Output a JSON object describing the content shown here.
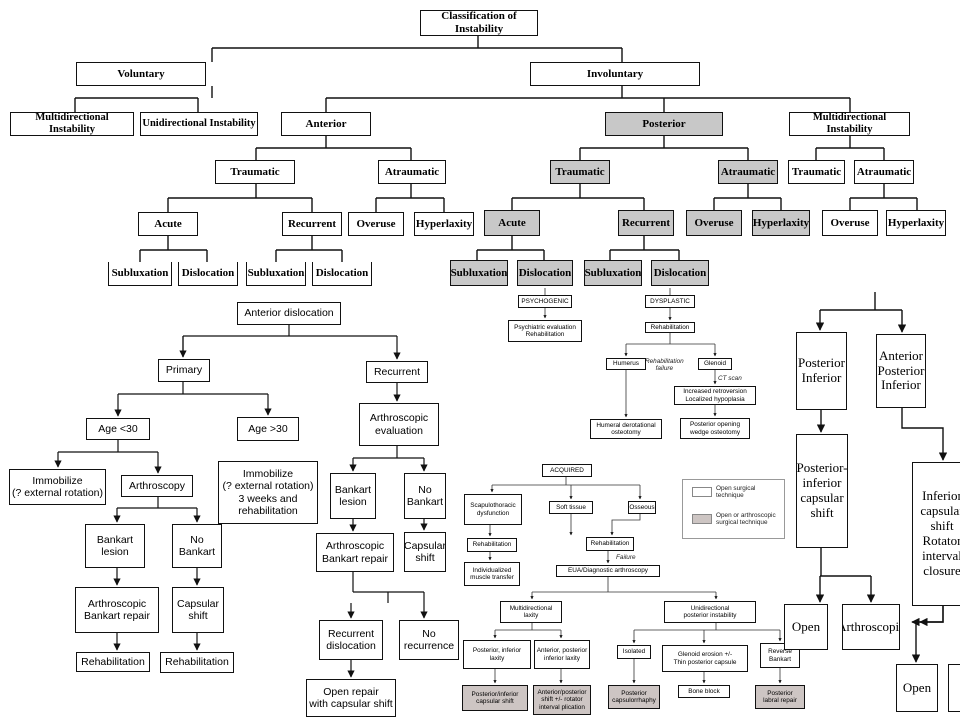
{
  "top_chart": {
    "classification": "Classification of Instability",
    "voluntary": "Voluntary",
    "involuntary": "Involuntary",
    "multidirectional_instability": "Multidirectional Instability",
    "unidirectional_instability": "Unidirectional Instability",
    "anterior": "Anterior",
    "posterior": "Posterior",
    "traumatic": "Traumatic",
    "atraumatic": "Atraumatic",
    "acute": "Acute",
    "recurrent": "Recurrent",
    "overuse": "Overuse",
    "hyperlaxity": "Hyperlaxity",
    "subluxation": "Subluxation",
    "dislocation": "Dislocation"
  },
  "anterior_dislocation_chart": {
    "root": "Anterior dislocation",
    "primary": "Primary",
    "recurrent": "Recurrent",
    "age_under_30": "Age <30",
    "age_over_30": "Age >30",
    "immobilize_1": "Immobilize\n(? external rotation)",
    "arthroscopy": "Arthroscopy",
    "immobilize_2": "Immobilize\n(? external rotation)\n3 weeks and\nrehabilitation",
    "arthroscopic_evaluation": "Arthroscopic\nevaluation",
    "bankart_lesion": "Bankart\nlesion",
    "no_bankart": "No\nBankart",
    "arthroscopic_bankart_repair_1": "Arthroscopic\nBankart repair",
    "capsular_shift": "Capsular\nshift",
    "arthroscopic_bankart_repair_2": "Arthroscopic\nBankart repair",
    "rehabilitation": "Rehabilitation",
    "recurrent_dislocation": "Recurrent\ndislocation",
    "no_recurrence": "No\nrecurrence",
    "open_repair": "Open repair\nwith capsular shift"
  },
  "posterior_chart": {
    "psychogenic": "PSYCHOGENIC",
    "psychiatric_evaluation": "Psychiatric evaluation\nRehabilitation",
    "dysplastic": "DYSPLASTIC",
    "rehabilitation": "Rehabilitation",
    "rehabilitation_failure": "Rehabilitation\nfailure",
    "humerus": "Humerus",
    "glenoid": "Glenoid",
    "ct_scan": "CT scan",
    "increased_retroversion": "Increased retroversion\nLocalized hypoplasia",
    "humeral_osteotomy": "Humeral derotational\nosteotomy",
    "posterior_wedge_osteotomy": "Posterior opening\nwedge osteotomy",
    "acquired": "ACQUIRED",
    "scapulothoracic": "Scapulothoracic\ndysfunction",
    "soft_tissue": "Soft tissue",
    "osseous": "Osseous",
    "individualized_transfer": "Individualized\nmuscle transfer",
    "failure": "Failure",
    "eua": "EUA/Diagnostic arthroscopy",
    "multidirectional_laxity": "Multidirectional\nlaxity",
    "unidirectional_posterior": "Unidirectional\nposterior instability",
    "posterior_inferior_laxity": "Posterior, inferior\nlaxity",
    "anterior_posterior_inferior_laxity": "Anterior, posterior\ninferior laxity",
    "isolated": "Isolated",
    "glenoid_erosion": "Glenoid erosion +/-\nThin posterior capsule",
    "reverse_bankart": "Reverse\nBankart",
    "posterior_inferior_capsular_shift": "Posterior/inferior\ncapsular shift",
    "anterior_posterior_shift": "Anterior/posterior\nshift +/- rotator\ninterval plication",
    "posterior_capsulorrhaphy": "Posterior\ncapsulorrhaphy",
    "bone_block": "Bone block",
    "posterior_labral_repair": "Posterior\nlabral repair",
    "legend_open": "Open surgical\ntechnique",
    "legend_open_or_arthroscopic": "Open or arthroscopic\nsurgical technique"
  },
  "right_chart": {
    "posterior_inferior": "Posterior\nInferior",
    "anterior_posterior_inferior": "Anterior\nPosterior\nInferior",
    "posterior_inferior_capsular_shift": "Posterior-\ninferior\ncapsular\nshift",
    "inferior_capsular_shift": "Inferior\ncapsular\nshift\nRotator\ninterval\nclosure",
    "open": "Open",
    "arthroscopic": "Arthroscopic"
  },
  "colors": {
    "line": "#111111",
    "shade_posterior": "#c8c8c8",
    "shade_surgical": "#cdc5c3"
  }
}
